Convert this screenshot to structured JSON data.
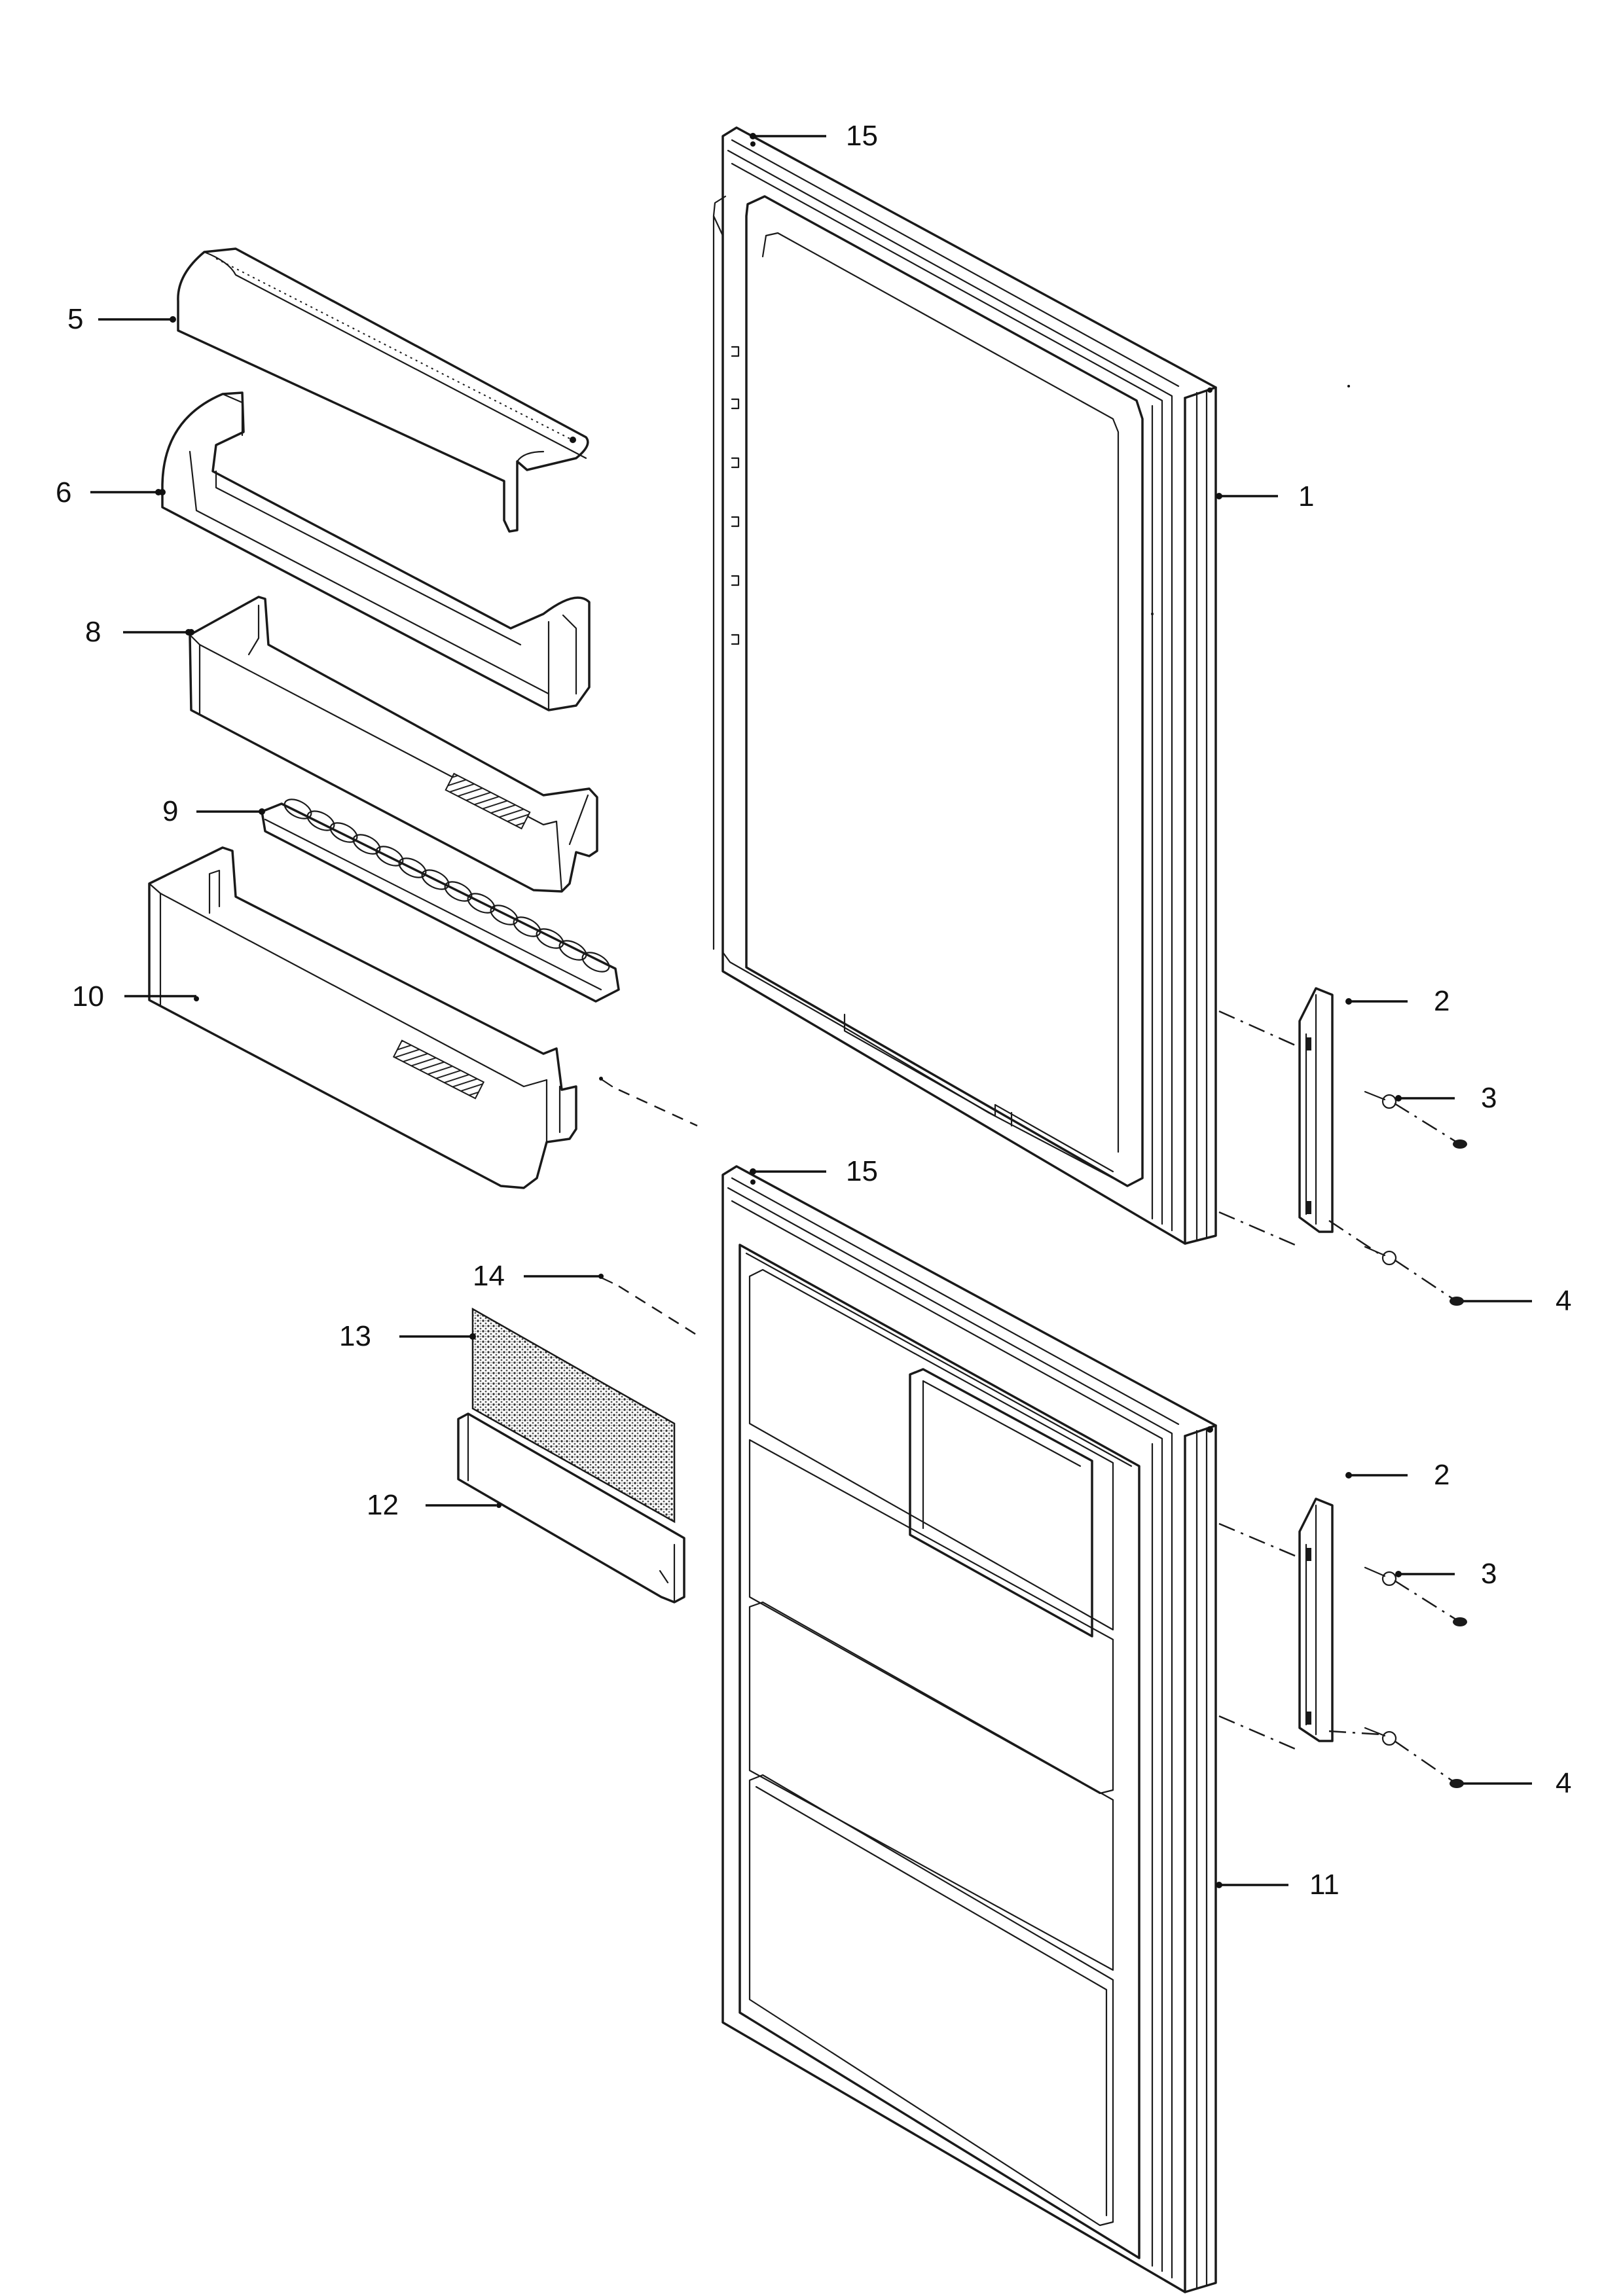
{
  "diagram": {
    "type": "exploded-parts-diagram",
    "callouts": [
      {
        "id": "c15a",
        "label": "15"
      },
      {
        "id": "c5",
        "label": "5"
      },
      {
        "id": "c6",
        "label": "6"
      },
      {
        "id": "c1",
        "label": "1"
      },
      {
        "id": "c8",
        "label": "8"
      },
      {
        "id": "c9",
        "label": "9"
      },
      {
        "id": "c10",
        "label": "10"
      },
      {
        "id": "c2a",
        "label": "2"
      },
      {
        "id": "c3a",
        "label": "3"
      },
      {
        "id": "c15b",
        "label": "15"
      },
      {
        "id": "c14",
        "label": "14"
      },
      {
        "id": "c4a",
        "label": "4"
      },
      {
        "id": "c13",
        "label": "13"
      },
      {
        "id": "c2b",
        "label": "2"
      },
      {
        "id": "c12",
        "label": "12"
      },
      {
        "id": "c3b",
        "label": "3"
      },
      {
        "id": "c4b",
        "label": "4"
      },
      {
        "id": "c11",
        "label": "11"
      }
    ]
  }
}
